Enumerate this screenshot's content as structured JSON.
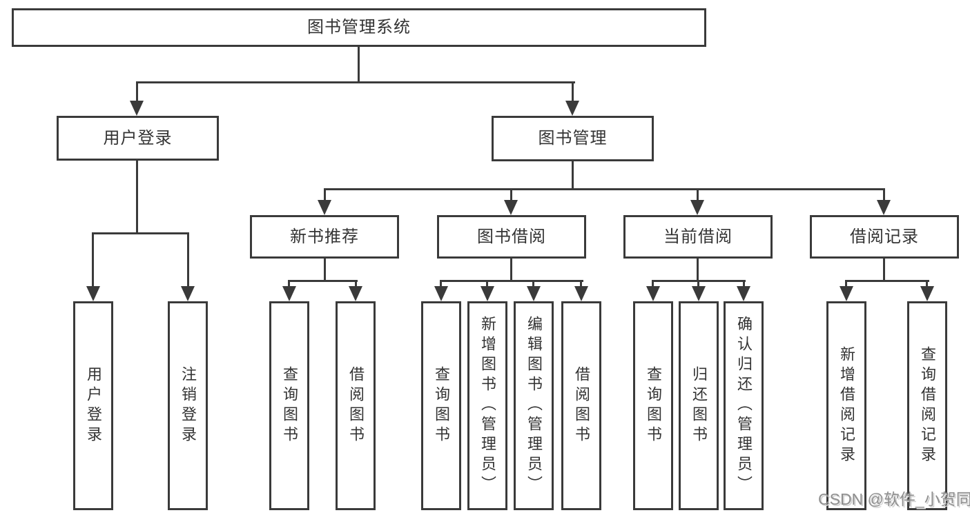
{
  "tree": {
    "root": {
      "label": "图书管理系统"
    },
    "branches": [
      {
        "label": "用户登录",
        "children": [
          {
            "label": "用户登录"
          },
          {
            "label": "注销登录"
          }
        ]
      },
      {
        "label": "图书管理",
        "children": [
          {
            "label": "新书推荐",
            "children": [
              {
                "label": "查询图书"
              },
              {
                "label": "借阅图书"
              }
            ]
          },
          {
            "label": "图书借阅",
            "children": [
              {
                "label": "查询图书"
              },
              {
                "label": "新增图书（管理员）"
              },
              {
                "label": "编辑图书（管理员）"
              },
              {
                "label": "借阅图书"
              }
            ]
          },
          {
            "label": "当前借阅",
            "children": [
              {
                "label": "查询图书"
              },
              {
                "label": "归还图书"
              },
              {
                "label": "确认归还（管理员）"
              }
            ]
          },
          {
            "label": "借阅记录",
            "children": [
              {
                "label": "新增借阅记录"
              },
              {
                "label": "查询借阅记录"
              }
            ]
          }
        ]
      }
    ]
  },
  "watermark": {
    "text": "CSDN @软件_小贺同学"
  },
  "colors": {
    "line": "#3a3a3a",
    "text": "#333333",
    "background": "#ffffff",
    "watermark": "#8f8f8f"
  }
}
